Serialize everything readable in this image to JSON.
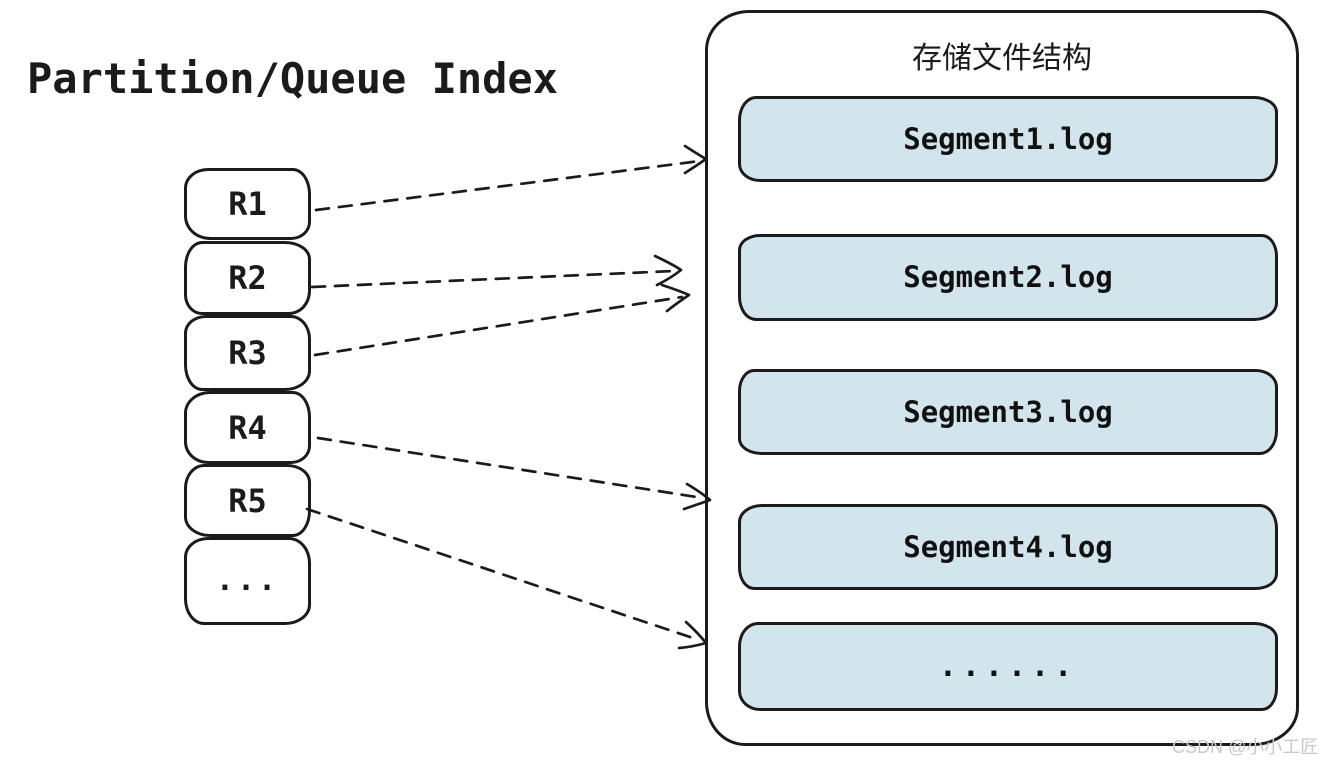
{
  "title": "Partition/Queue Index",
  "index": {
    "items": [
      {
        "label": "R1"
      },
      {
        "label": "R2"
      },
      {
        "label": "R3"
      },
      {
        "label": "R4"
      },
      {
        "label": "R5"
      },
      {
        "label": "..."
      }
    ]
  },
  "storage": {
    "title": "存储文件结构",
    "segments": [
      {
        "label": "Segment1.log"
      },
      {
        "label": "Segment2.log"
      },
      {
        "label": "Segment3.log"
      },
      {
        "label": "Segment4.log"
      },
      {
        "label": "......"
      }
    ]
  },
  "connections": [
    {
      "from": "R1",
      "to": "Segment1.log",
      "style": "dashed-arrow"
    },
    {
      "from": "R2",
      "to": "Segment2.log",
      "style": "dashed-arrow"
    },
    {
      "from": "R3",
      "to": "Segment2.log",
      "style": "dashed-arrow"
    },
    {
      "from": "R4",
      "to": "Segment4.log",
      "style": "dashed-arrow"
    },
    {
      "from": "R5",
      "to": "......",
      "style": "dashed-arrow"
    }
  ],
  "watermark": "CSDN @小小工匠",
  "colors": {
    "ink": "#1b1b1b",
    "segment_fill": "#d3e5ec",
    "background": "#ffffff",
    "watermark_text": "#c7c8d2"
  }
}
